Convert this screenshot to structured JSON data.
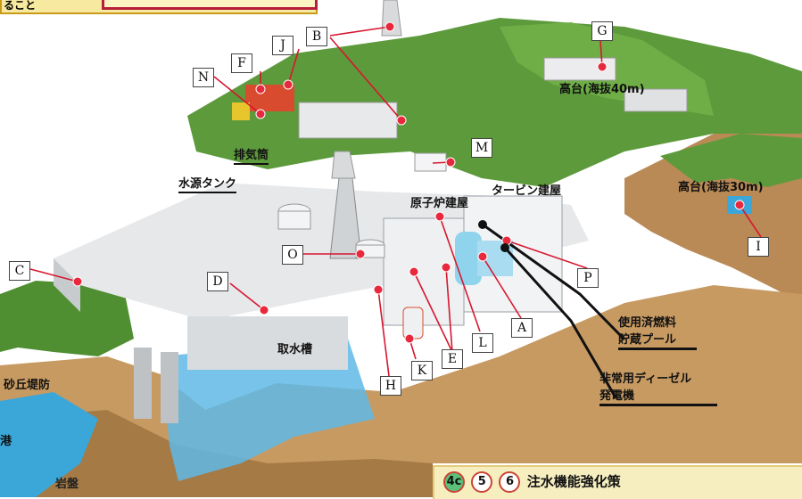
{
  "callout": {
    "text": "ること"
  },
  "building_labels": {
    "exhaust_stack": "排気筒",
    "water_tank": "水源タンク",
    "reactor_building": "原子炉建屋",
    "turbine_building": "タービン建屋",
    "highland_40": "高台(海抜40m)",
    "highland_30": "高台(海抜30m)",
    "intake_tank": "取水槽",
    "sand_dune": "砂丘堤防",
    "bedrock": "岩盤",
    "spent_fuel_pool_line1": "使用済燃料",
    "spent_fuel_pool_line2": "貯蔵プール",
    "diesel_line1": "非常用ディーゼル",
    "diesel_line2": "発電機",
    "left_edge_fragment": "港"
  },
  "markers": [
    "A",
    "B",
    "C",
    "D",
    "E",
    "F",
    "G",
    "H",
    "I",
    "J",
    "K",
    "L",
    "M",
    "N",
    "O",
    "P"
  ],
  "bottom_panel": {
    "badge1": "4c",
    "badge2": "5",
    "badge3": "6",
    "title": "注水機能強化策"
  },
  "colors": {
    "leader_line": "#d7172f",
    "leader_dot": "#e8283c",
    "callout_fill": "#f7eaa0",
    "callout_border": "#b51f3a",
    "grass": "#5d9a3c",
    "sea": "#3aa7d8"
  }
}
